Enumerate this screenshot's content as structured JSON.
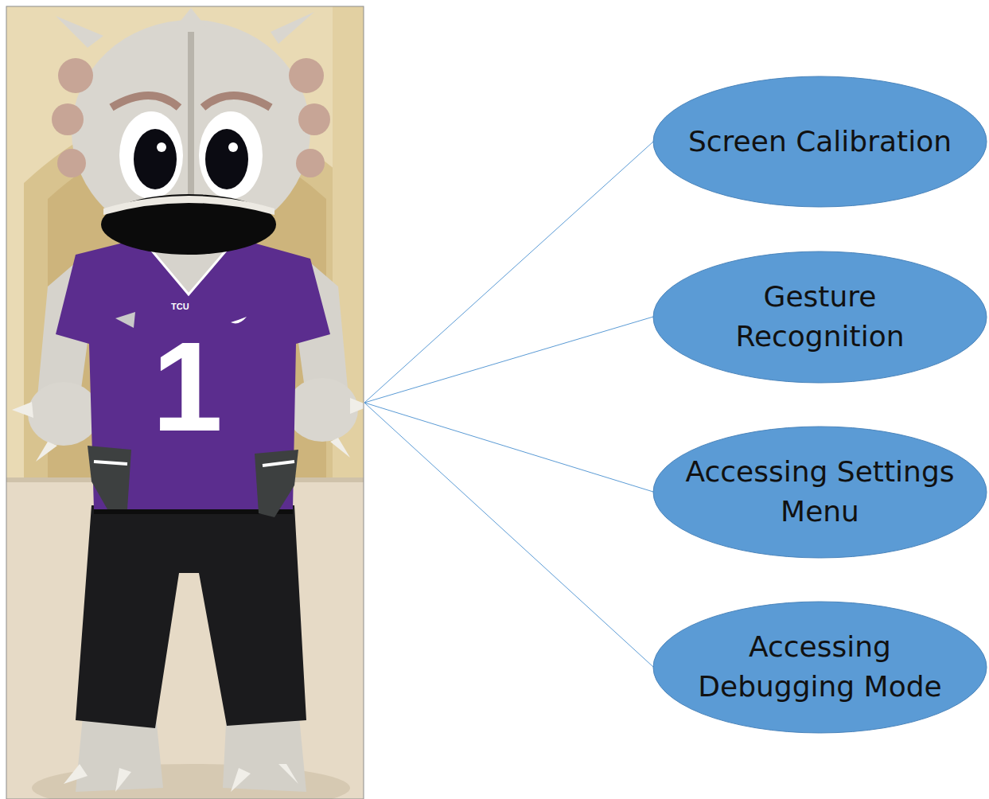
{
  "diagram": {
    "nodes": [
      {
        "text": [
          "TCU",
          "1"
        ]
      },
      {
        "text": [
          "Screen Calibration"
        ]
      },
      {
        "text": [
          "Gesture Recognition"
        ]
      },
      {
        "text": [
          "Accessing Settings Menu"
        ]
      },
      {
        "text": [
          "Accessing Debugging Mode"
        ]
      }
    ],
    "edges": [
      {
        "from": 0,
        "to": 1,
        "arrow": "none"
      },
      {
        "from": 0,
        "to": 2,
        "arrow": "none"
      },
      {
        "from": 0,
        "to": 3,
        "arrow": "none"
      },
      {
        "from": 0,
        "to": 4,
        "arrow": "none"
      }
    ]
  }
}
